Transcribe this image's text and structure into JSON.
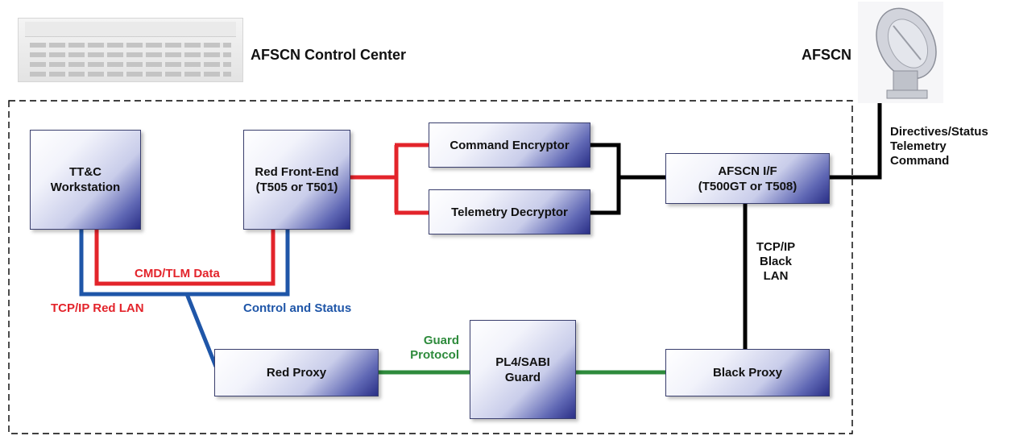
{
  "control_center": {
    "title": "AFSCN Control Center"
  },
  "afscn_station": {
    "title": "AFSCN"
  },
  "nodes": {
    "ttc_workstation": "TT&C\nWorkstation",
    "red_front_end": "Red Front-End\n(T505 or T501)",
    "command_encryptor": "Command Encryptor",
    "telemetry_decryptor": "Telemetry Decryptor",
    "afscn_if": "AFSCN I/F\n(T500GT or T508)",
    "red_proxy": "Red Proxy",
    "guard": "PL4/SABI\nGuard",
    "black_proxy": "Black Proxy"
  },
  "labels": {
    "cmd_tlm_data": "CMD/TLM Data",
    "tcp_ip_red_lan": "TCP/IP Red LAN",
    "control_and_status": "Control and Status",
    "guard_protocol": "Guard\nProtocol",
    "tcp_ip_black_lan": "TCP/IP\nBlack\nLAN",
    "afscn_link": "Directives/Status\nTelemetry\nCommand"
  },
  "colors": {
    "red_link": "#e3242b",
    "blue_link": "#1f56a8",
    "black_link": "#000000",
    "green_link": "#2e8b3c",
    "red_text": "#e3242b",
    "blue_text": "#1f56a8",
    "green_text": "#2e8b3c"
  }
}
